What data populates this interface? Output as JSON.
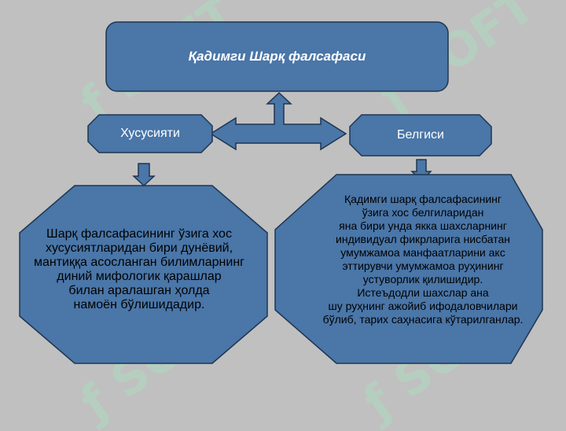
{
  "title": "Қадимги Шарқ фалсафаси",
  "left": {
    "label": "Хусусияти",
    "text": "Шарқ фалсафасининг ўзига хос\nхусусиятларидан бири дунёвий,\nмантиққа асосланган билимларнинг\nдиний мифологик қарашлар\nбилан аралашган ҳолда\nнамоён бўлишидадир."
  },
  "right": {
    "label": "Белгиси",
    "text": "Қадимги шарқ фалсафасининг\nўзига хос белгиларидан\nяна бири унда якка шахсларнинг\nиндивидуал фикрларига нисбатан\nумумжамоа манфаатларини акс\nэттирувчи умумжамоа руҳининг\nустуворлик қилишидир.\nИстеъдодли шахслар ана\nшу руҳнинг ажойиб ифодаловчилари\nбўлиб, тарих саҳнасига кўтарилганлар."
  },
  "colors": {
    "shape_fill": "#4a76a8",
    "shape_stroke": "#1f3550",
    "background": "#c0c0c0"
  }
}
